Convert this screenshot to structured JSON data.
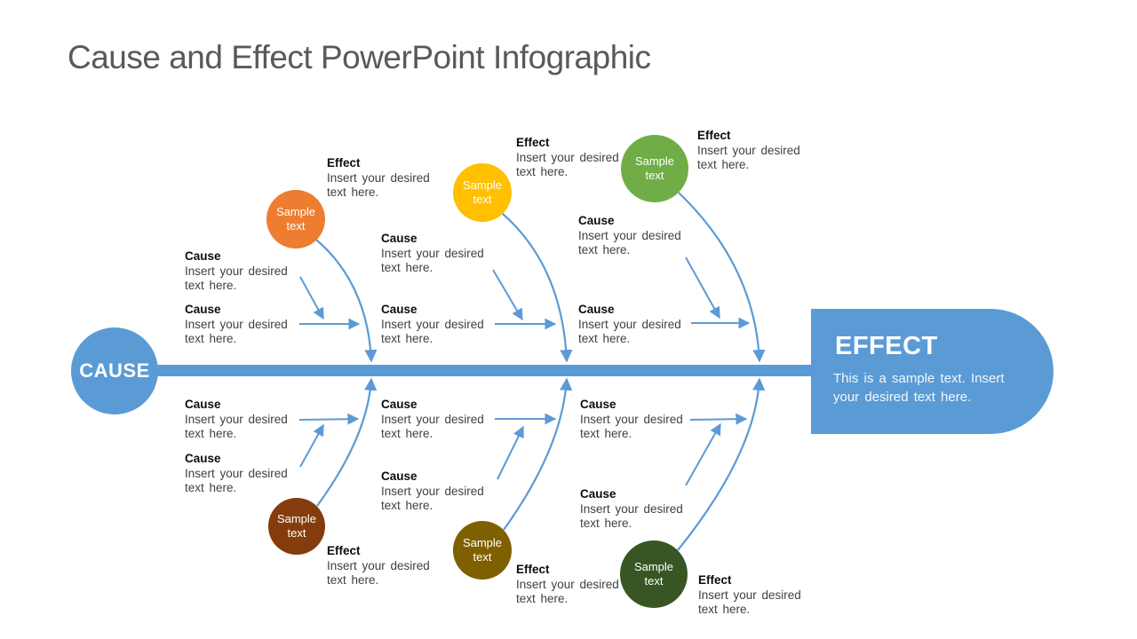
{
  "title": "Cause and Effect PowerPoint Infographic",
  "colors": {
    "primary_blue": "#5B9BD5",
    "orange": "#ED7D31",
    "yellow": "#FFC000",
    "green": "#70AD47",
    "dark_red": "#843C0C",
    "dark_yellow": "#7F6000",
    "dark_green": "#375623"
  },
  "cause_node": {
    "label": "CAUSE"
  },
  "effect_node": {
    "label": "EFFECT",
    "description": "This is a sample text.  Insert your desired text here."
  },
  "sample_circles": [
    {
      "id": "orange",
      "label": "Sample text",
      "color": "#ED7D31"
    },
    {
      "id": "yellow",
      "label": "Sample text",
      "color": "#FFC000"
    },
    {
      "id": "green",
      "label": "Sample text",
      "color": "#70AD47"
    },
    {
      "id": "dark-red",
      "label": "Sample text",
      "color": "#843C0C"
    },
    {
      "id": "dark-yellow",
      "label": "Sample text",
      "color": "#7F6000"
    },
    {
      "id": "dark-green",
      "label": "Sample text",
      "color": "#375623"
    }
  ],
  "cause_blocks": [
    {
      "heading": "Cause",
      "body": "Insert your desired text here."
    },
    {
      "heading": "Cause",
      "body": "Insert your desired text here."
    },
    {
      "heading": "Cause",
      "body": "Insert your desired text here."
    },
    {
      "heading": "Cause",
      "body": "Insert your desired text here."
    },
    {
      "heading": "Cause",
      "body": "Insert your desired text here."
    },
    {
      "heading": "Cause",
      "body": "Insert your desired text here."
    },
    {
      "heading": "Cause",
      "body": "Insert your desired text here."
    },
    {
      "heading": "Cause",
      "body": "Insert your desired text here."
    },
    {
      "heading": "Cause",
      "body": "Insert your desired text here."
    },
    {
      "heading": "Cause",
      "body": "Insert your desired text here."
    },
    {
      "heading": "Cause",
      "body": "Insert your desired text here."
    },
    {
      "heading": "Cause",
      "body": "Insert your desired text here."
    }
  ],
  "effect_blocks": [
    {
      "heading": "Effect",
      "body": "Insert your desired text here."
    },
    {
      "heading": "Effect",
      "body": "Insert your desired text here."
    },
    {
      "heading": "Effect",
      "body": "Insert your desired text here."
    },
    {
      "heading": "Effect",
      "body": "Insert your desired text here."
    },
    {
      "heading": "Effect",
      "body": "Insert your desired text here."
    },
    {
      "heading": "Effect",
      "body": "Insert your desired text here."
    }
  ]
}
